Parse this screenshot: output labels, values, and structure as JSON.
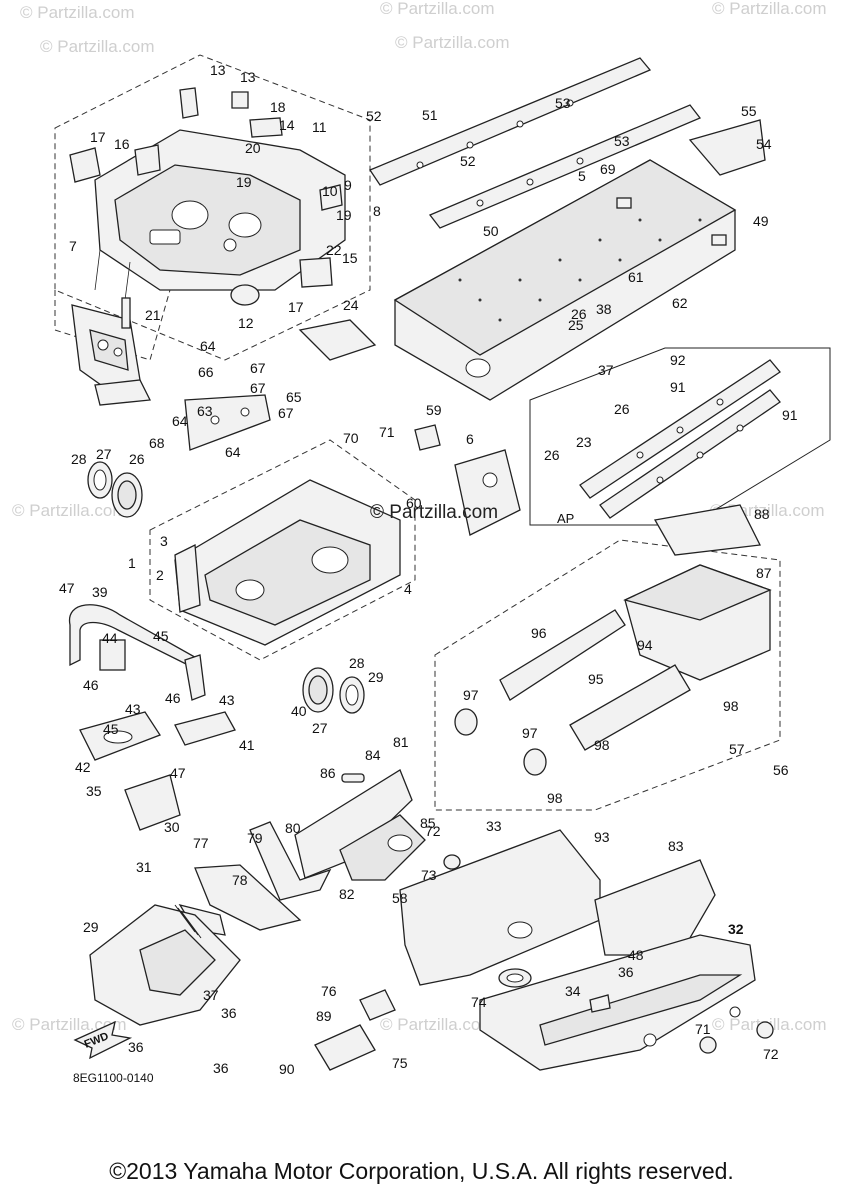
{
  "watermark": {
    "text": "© Partzilla.com",
    "main_text": "© Partzilla.com"
  },
  "diagram_code": "8EG1100-0140",
  "inset_label": "AP",
  "fwd_label": "FWD",
  "copyright": "©2013 Yamaha Motor Corporation, U.S.A. All rights reserved.",
  "callouts": [
    "1",
    "2",
    "3",
    "4",
    "5",
    "6",
    "7",
    "8",
    "9",
    "10",
    "11",
    "12",
    "13",
    "13",
    "14",
    "15",
    "16",
    "17",
    "17",
    "18",
    "19",
    "19",
    "20",
    "21",
    "22",
    "23",
    "24",
    "25",
    "26",
    "26",
    "26",
    "26",
    "27",
    "27",
    "28",
    "28",
    "29",
    "29",
    "30",
    "31",
    "32",
    "33",
    "34",
    "35",
    "36",
    "36",
    "36",
    "36",
    "37",
    "37",
    "38",
    "39",
    "40",
    "41",
    "42",
    "43",
    "43",
    "44",
    "45",
    "45",
    "46",
    "46",
    "47",
    "47",
    "48",
    "49",
    "50",
    "51",
    "52",
    "52",
    "53",
    "53",
    "54",
    "55",
    "56",
    "57",
    "58",
    "59",
    "60",
    "61",
    "62",
    "63",
    "64",
    "64",
    "64",
    "65",
    "66",
    "67",
    "67",
    "67",
    "68",
    "69",
    "70",
    "71",
    "71",
    "72",
    "72",
    "73",
    "74",
    "75",
    "76",
    "77",
    "78",
    "79",
    "80",
    "81",
    "82",
    "83",
    "84",
    "85",
    "86",
    "87",
    "88",
    "89",
    "90",
    "91",
    "91",
    "92",
    "93",
    "94",
    "95",
    "96",
    "97",
    "97",
    "98",
    "98",
    "98"
  ]
}
